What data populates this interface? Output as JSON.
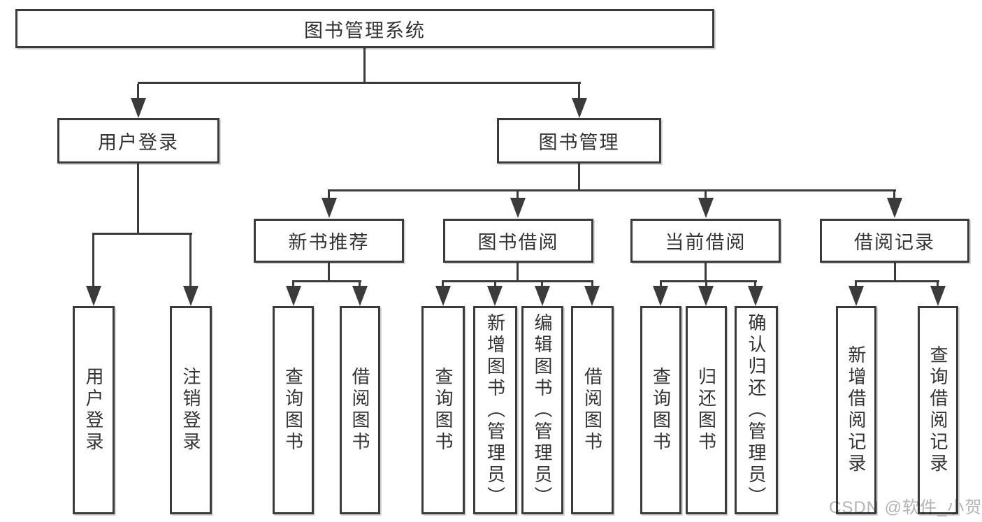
{
  "diagram": {
    "tree": {
      "label": "图书管理系统",
      "children": [
        {
          "label": "用户登录",
          "children": [
            {
              "label": "用户登录"
            },
            {
              "label": "注销登录"
            }
          ]
        },
        {
          "label": "图书管理",
          "children": [
            {
              "label": "新书推荐",
              "children": [
                {
                  "label": "查询图书"
                },
                {
                  "label": "借阅图书"
                }
              ]
            },
            {
              "label": "图书借阅",
              "children": [
                {
                  "label": "查询图书"
                },
                {
                  "label": "新增图书（管理员）"
                },
                {
                  "label": "编辑图书（管理员）"
                },
                {
                  "label": "借阅图书"
                }
              ]
            },
            {
              "label": "当前借阅",
              "children": [
                {
                  "label": "查询图书"
                },
                {
                  "label": "归还图书"
                },
                {
                  "label": "确认归还（管理员）"
                }
              ]
            },
            {
              "label": "借阅记录",
              "children": [
                {
                  "label": "新增借阅记录"
                },
                {
                  "label": "查询借阅记录"
                }
              ]
            }
          ]
        }
      ]
    },
    "watermark": {
      "text": "CSDN @软件_小贺同学"
    },
    "colors": {
      "line": "#3b3b3b",
      "text": "#333333",
      "watermark": "#b4b4b8",
      "background": "#ffffff"
    }
  }
}
